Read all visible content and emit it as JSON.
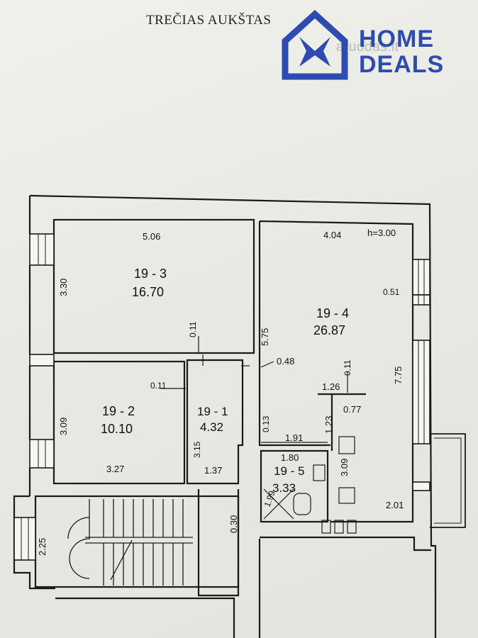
{
  "document": {
    "title": "TREČIAS AUKŠTAS",
    "watermark": "aruodas.lt"
  },
  "logo": {
    "line1": "HOME",
    "line2": "DEALS",
    "color": "#2e4bb2",
    "icon": "house-x-icon"
  },
  "rooms": {
    "room_3": {
      "id": "19 - 3",
      "area": "16.70"
    },
    "room_4": {
      "id": "19 - 4",
      "area": "26.87"
    },
    "room_2": {
      "id": "19 - 2",
      "area": "10.10"
    },
    "room_1": {
      "id": "19 - 1",
      "area": "4.32"
    },
    "room_5": {
      "id": "19 - 5",
      "area": "3.33"
    }
  },
  "dimensions": {
    "d_506": "5.06",
    "d_330": "3.30",
    "d_011a": "0.11",
    "d_404": "4.04",
    "d_height": "h=3.00",
    "d_051": "0.51",
    "d_575": "5.75",
    "d_775": "7.75",
    "d_048": "0.48",
    "d_011b": "0.11",
    "d_011c": "0.11",
    "d_126": "1.26",
    "d_077": "0.77",
    "d_309a": "3.09",
    "d_013": "0.13",
    "d_123": "1.23",
    "d_191": "1.91",
    "d_315": "3.15",
    "d_180": "1.80",
    "d_309b": "3.09",
    "d_327": "3.27",
    "d_137": "1.37",
    "d_199": "1.99",
    "d_201": "2.01",
    "d_030": "0.30",
    "d_225": "2.25"
  }
}
